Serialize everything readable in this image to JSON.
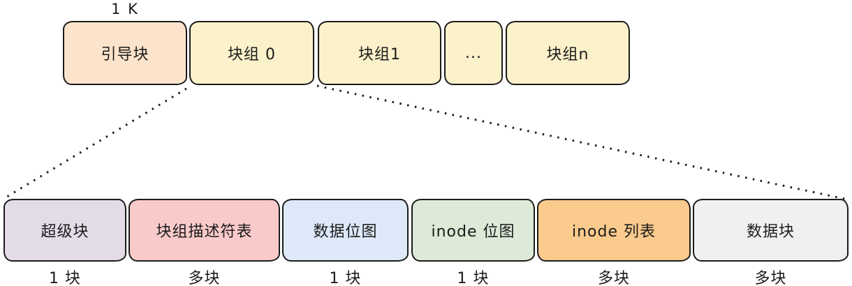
{
  "diagram": {
    "size_label": "1 K",
    "ink_color": "#1b1b1b",
    "top_row": {
      "blocks": [
        {
          "label": "引导块",
          "color": "#fbe4cb"
        },
        {
          "label": "块组 0",
          "color": "#fbf1ca"
        },
        {
          "label": "块组1",
          "color": "#fbf1ca"
        },
        {
          "label": "...",
          "color": "#fbf1ca"
        },
        {
          "label": "块组n",
          "color": "#fbf1ca"
        }
      ]
    },
    "bottom_row": {
      "blocks": [
        {
          "label": "超级块",
          "count": "1 块",
          "color": "#e4dbe9"
        },
        {
          "label": "块组描述符表",
          "count": "多块",
          "color": "#f9caca"
        },
        {
          "label": "数据位图",
          "count": "1 块",
          "color": "#dde8f8"
        },
        {
          "label": "inode 位图",
          "count": "1 块",
          "color": "#dcead7"
        },
        {
          "label": "inode 列表",
          "count": "多块",
          "color": "#fbca8d"
        },
        {
          "label": "数据块",
          "count": "多块",
          "color": "#f0f0f0"
        }
      ]
    }
  }
}
